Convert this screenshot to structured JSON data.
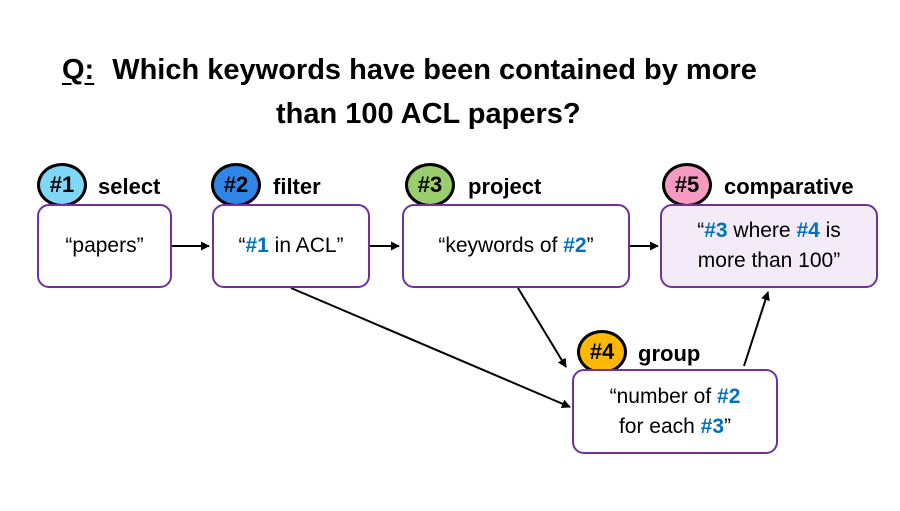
{
  "question": {
    "prefix": "Q:",
    "line1": "Which keywords have been contained by more",
    "line2": "than 100 ACL papers?"
  },
  "colors": {
    "box_border": "#7030a0",
    "reference_text": "#0070c0",
    "step1_badge": "#7fd6f5",
    "step2_badge": "#2f86e6",
    "step3_badge": "#99cc6a",
    "step4_badge": "#ffb800",
    "step5_badge": "#f59ac0",
    "step5_box_fill": "#f3ecf8"
  },
  "steps": [
    {
      "id": "#1",
      "operator": "select",
      "text": {
        "q1": "“papers”"
      }
    },
    {
      "id": "#2",
      "operator": "filter",
      "text": {
        "q1": "“",
        "r1": "#1",
        "t1": " in ACL”"
      }
    },
    {
      "id": "#3",
      "operator": "project",
      "text": {
        "t1": "“keywords of ",
        "r1": "#2",
        "t2": "”"
      }
    },
    {
      "id": "#4",
      "operator": "group",
      "text": {
        "t1": "“number of ",
        "r1": "#2",
        "t2": "for each ",
        "r2": "#3",
        "t3": "”"
      }
    },
    {
      "id": "#5",
      "operator": "comparative",
      "text": {
        "q1": "“",
        "r1": "#3",
        "t1": " where ",
        "r2": "#4",
        "t2": " is",
        "t3": "more than 100”"
      }
    }
  ],
  "edges": [
    {
      "from": "#1",
      "to": "#2"
    },
    {
      "from": "#2",
      "to": "#3"
    },
    {
      "from": "#3",
      "to": "#5"
    },
    {
      "from": "#2",
      "to": "#4"
    },
    {
      "from": "#3",
      "to": "#4"
    },
    {
      "from": "#4",
      "to": "#5"
    }
  ]
}
